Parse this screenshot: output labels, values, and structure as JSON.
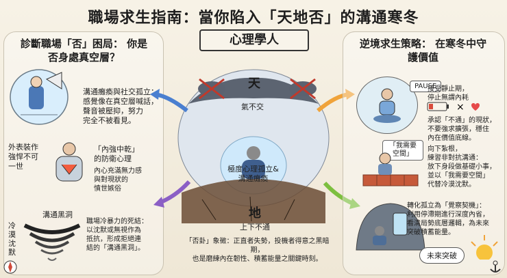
{
  "title": "職場求生指南：當你陷入「天地否」的溝通寒冬",
  "center": {
    "banner": "心理學人",
    "heaven_label": "天",
    "heaven_caption": "氣不交",
    "center_caption": "極度心理孤立&\n溝通癱瘓",
    "earth_label": "地",
    "earth_caption": "上下不通",
    "bottom_note": "「否卦」象徵：正直者失勢，投機者得意之黑暗期，\n也是磨練內在韌性、積蓄能量之關鍵時刻。"
  },
  "left": {
    "heading": "診斷職場「否」困局：\n你是否身處真空層？",
    "item1": "溝通癱瘓與社交孤立：\n感覺像在真空層喊話，\n聲音被壓抑，努力\n完全不被看見。",
    "item2_side": "外表裝作\n強悍不可\n一世",
    "item2_title": "「內強中乾」\n的防衛心理",
    "item2_body": "內心充滿無力感\n與對現狀的\n憤世嫉俗",
    "item3_top": "溝通黑洞",
    "item3_side": "冷\n漠\n沈\n默",
    "item3_body": "職場冷暴力的死結：\n以沈默或無視作為\n抵抗，形成拒絕連\n結的「溝通黑洞」。"
  },
  "right": {
    "heading": "逆境求生策略：\n在寒冬中守護價值",
    "step1": "接受靜止期，\n停止無謂內耗",
    "pause_sign": "PAUSE",
    "step2": "承認「不通」的現狀，\n不要強求擴張，穩住\n內在價值底線。",
    "step3_bubble": "「我需要\n空間」",
    "step3": "向下紮根，\n練習非對抗溝通：\n放下身段做基礎小事，\n並以「我需要空間」\n代替冷漠沈默。",
    "step4": "轉化孤立為「覺察契機」：\n利用停滯期進行深度內省，\n看清局勢底層邏輯，為未來\n突破積蓄能量。",
    "future_tag": "未來突破"
  },
  "colors": {
    "bg": "#f4efe3",
    "ice": "#d8eefc",
    "storm": "#5a5f6a",
    "arrow_blue": "#4a7fd0",
    "arrow_orange": "#f0a33a",
    "arrow_purple": "#8b5fc5",
    "arrow_green": "#7dbf3f"
  }
}
